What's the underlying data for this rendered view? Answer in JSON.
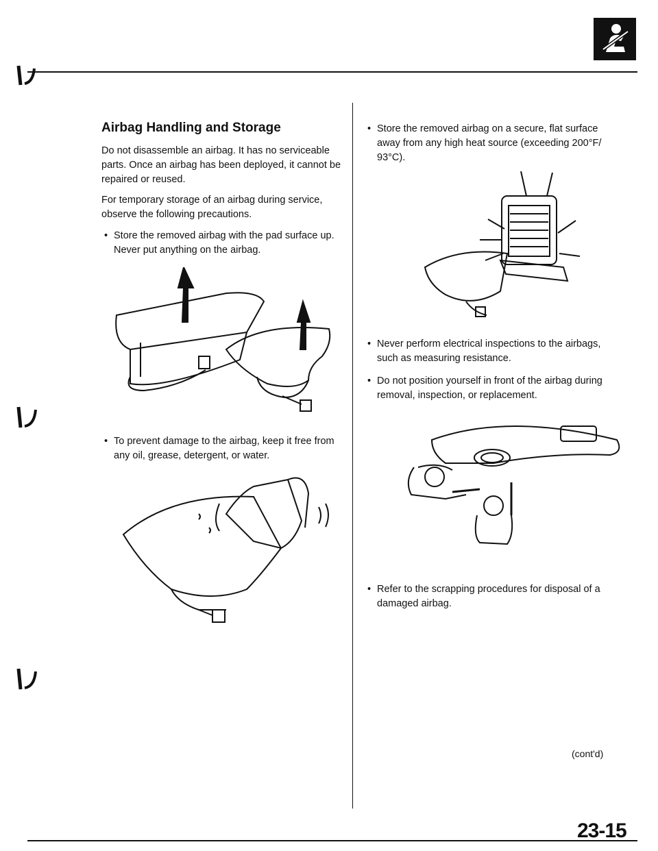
{
  "header": {
    "icon": "seatbelt-icon"
  },
  "section": {
    "title": "Airbag Handling and Storage"
  },
  "left": {
    "para1": [
      "Do not disassemble an airbag. It has no serviceable",
      "parts. Once an airbag has been deployed, it cannot be",
      "repaired or reused."
    ],
    "para2": [
      "For temporary storage of an airbag during service,",
      "observe the following precautions."
    ],
    "bullet1": [
      "Store the removed airbag with the pad surface up.",
      "Never put anything on the airbag."
    ],
    "bullet2": [
      "To prevent damage to the airbag, keep it free from",
      "any oil, grease, detergent, or water."
    ]
  },
  "right": {
    "bullet1": [
      "Store the removed airbag on a secure, flat surface",
      "away from any high heat source (exceeding 200°F/",
      "93°C)."
    ],
    "bullet2": [
      "Never perform electrical inspections to the airbags,",
      "such as measuring resistance."
    ],
    "bullet3": [
      "Do not position yourself in front of the airbag during",
      "removal, inspection, or replacement."
    ],
    "bullet4": [
      "Refer to the scrapping procedures for disposal of a",
      "damaged airbag."
    ]
  },
  "footer": {
    "contd": "(cont'd)",
    "page_number": "23-15"
  }
}
